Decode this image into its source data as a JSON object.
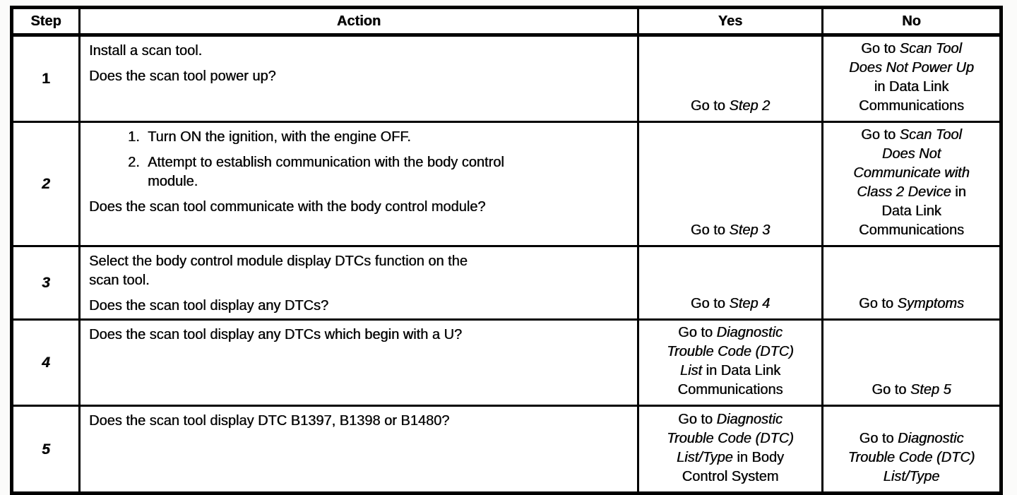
{
  "document": {
    "kind": "diagnostic-procedure-table",
    "colors": {
      "border": "#000000",
      "text": "#070707",
      "paper": "#ffffff"
    }
  },
  "headers": {
    "step": "Step",
    "action": "Action",
    "yes": "Yes",
    "no": "No"
  },
  "rows": [
    {
      "step": {
        "text": "1",
        "italic": false
      },
      "action": [
        {
          "lines": [
            "Install a scan tool."
          ]
        },
        {
          "lines": [
            "Does the scan tool power up?"
          ]
        }
      ],
      "yes": {
        "lines": [
          [
            {
              "t": "Go to "
            },
            {
              "t": "Step 2",
              "i": true
            }
          ]
        ]
      },
      "no": {
        "lines": [
          [
            {
              "t": "Go to "
            },
            {
              "t": "Scan Tool",
              "i": true
            }
          ],
          [
            {
              "t": "Does Not Power Up",
              "i": true
            }
          ],
          [
            {
              "t": "in Data Link"
            }
          ],
          [
            {
              "t": "Communications"
            }
          ]
        ]
      }
    },
    {
      "step": {
        "text": "2",
        "italic": true
      },
      "action": [
        {
          "num": "1.",
          "lines": [
            "Turn ON the ignition, with the engine OFF."
          ]
        },
        {
          "num": "2.",
          "lines": [
            "Attempt to establish communication with the body control",
            "module."
          ]
        },
        {
          "lines": [
            "Does the scan tool communicate with the body control module?"
          ]
        }
      ],
      "yes": {
        "lines": [
          [
            {
              "t": "Go to "
            },
            {
              "t": "Step 3",
              "i": true
            }
          ]
        ]
      },
      "no": {
        "lines": [
          [
            {
              "t": "Go to "
            },
            {
              "t": "Scan Tool",
              "i": true
            }
          ],
          [
            {
              "t": "Does Not",
              "i": true
            }
          ],
          [
            {
              "t": "Communicate with",
              "i": true
            }
          ],
          [
            {
              "t": "Class 2 Device",
              "i": true
            },
            {
              "t": " in"
            }
          ],
          [
            {
              "t": "Data Link"
            }
          ],
          [
            {
              "t": "Communications"
            }
          ]
        ]
      }
    },
    {
      "step": {
        "text": "3",
        "italic": true
      },
      "action": [
        {
          "lines": [
            "Select the body control module display DTCs function on the",
            "scan tool."
          ]
        },
        {
          "lines": [
            "Does the scan tool display any DTCs?"
          ]
        }
      ],
      "yes": {
        "lines": [
          [
            {
              "t": "Go to "
            },
            {
              "t": "Step 4",
              "i": true
            }
          ]
        ]
      },
      "no": {
        "lines": [
          [
            {
              "t": "Go to "
            },
            {
              "t": "Symptoms",
              "i": true
            }
          ]
        ]
      }
    },
    {
      "step": {
        "text": "4",
        "italic": true
      },
      "action": [
        {
          "lines": [
            "Does the scan tool display any DTCs which begin with a U?"
          ]
        }
      ],
      "yes": {
        "lines": [
          [
            {
              "t": "Go to "
            },
            {
              "t": "Diagnostic",
              "i": true
            }
          ],
          [
            {
              "t": "Trouble Code (DTC)",
              "i": true
            }
          ],
          [
            {
              "t": "List",
              "i": true
            },
            {
              "t": " in Data Link"
            }
          ],
          [
            {
              "t": "Communications"
            }
          ]
        ]
      },
      "no": {
        "lines": [
          [
            {
              "t": "Go to "
            },
            {
              "t": "Step 5",
              "i": true
            }
          ]
        ]
      }
    },
    {
      "step": {
        "text": "5",
        "italic": true
      },
      "action": [
        {
          "lines": [
            "Does the scan tool display DTC B1397, B1398 or B1480?"
          ]
        }
      ],
      "yes": {
        "lines": [
          [
            {
              "t": "Go to "
            },
            {
              "t": "Diagnostic",
              "i": true
            }
          ],
          [
            {
              "t": "Trouble Code (DTC)",
              "i": true
            }
          ],
          [
            {
              "t": "List/Type",
              "i": true
            },
            {
              "t": " in Body"
            }
          ],
          [
            {
              "t": "Control System"
            }
          ]
        ]
      },
      "no": {
        "lines": [
          [
            {
              "t": "Go to "
            },
            {
              "t": "Diagnostic",
              "i": true
            }
          ],
          [
            {
              "t": "Trouble Code (DTC)",
              "i": true
            }
          ],
          [
            {
              "t": "List/Type",
              "i": true
            }
          ]
        ]
      }
    }
  ]
}
